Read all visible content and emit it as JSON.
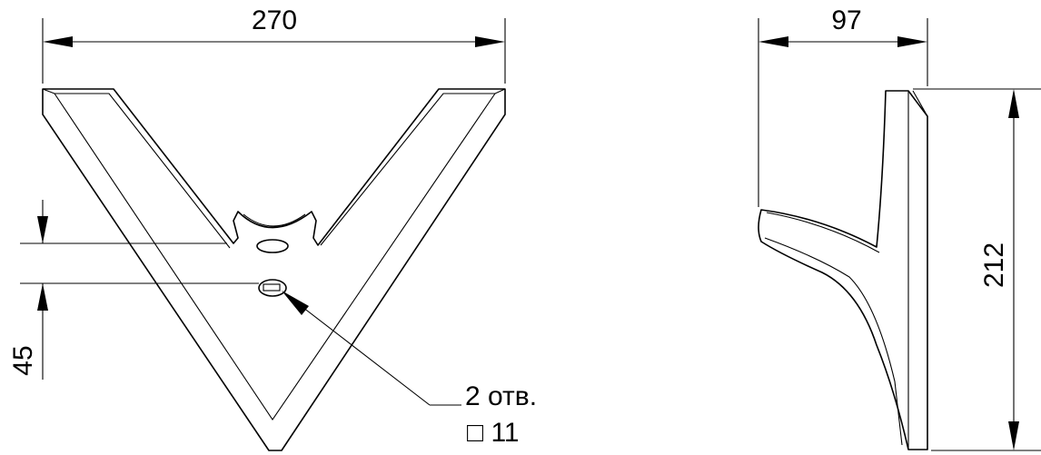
{
  "drawing": {
    "dimensions": {
      "width_top": "270",
      "side_depth": "97",
      "height": "212",
      "hole_offset": "45"
    },
    "callout": {
      "holes": "2 отв.",
      "hole_size": "□ 11"
    }
  }
}
